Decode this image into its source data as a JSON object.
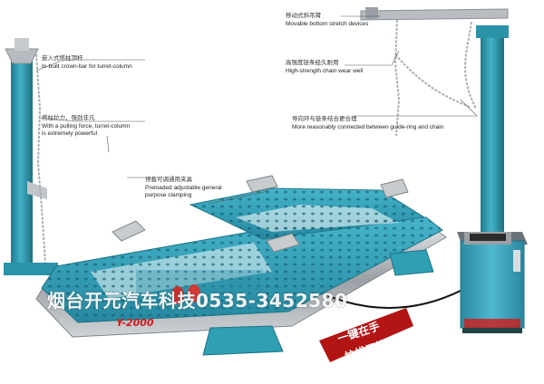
{
  "callouts": {
    "crown_bar": {
      "zh": "嵌入式塔柱顶杆",
      "en": "In-built crown-bar for turret-column"
    },
    "pulling_force": {
      "zh": "塔柱拉力，强劲非凡",
      "en_line1": "With a pulling force, turret-column",
      "en_line2": "is extremely powerful"
    },
    "clamping": {
      "zh": "预载可调通用夹具",
      "en_line1": "Preloaded adjustable general",
      "en_line2": "purpose clamping"
    },
    "stretch": {
      "zh": "移动式斜吊臂",
      "en": "Movable bottom stretch devices"
    },
    "chain": {
      "zh": "高强度链条经久耐用",
      "en": "High-strength chain wear well"
    },
    "guide_ring": {
      "zh": "导向环与链条结合更合理",
      "en": "More reasonably connected between guide-ring and chain"
    }
  },
  "watermark": "烟台开元汽车科技0535-3452580",
  "model_label": "Y-2000",
  "slogan": {
    "line1": "一键在手",
    "line2": "拉拔无忧"
  },
  "colors": {
    "steel_blue": "#2f9fb3",
    "steel_dark": "#1f7d90",
    "chrome": "#b8bcc0",
    "red_accent": "#d21a1a",
    "cabinet": "#3fa6bd"
  }
}
